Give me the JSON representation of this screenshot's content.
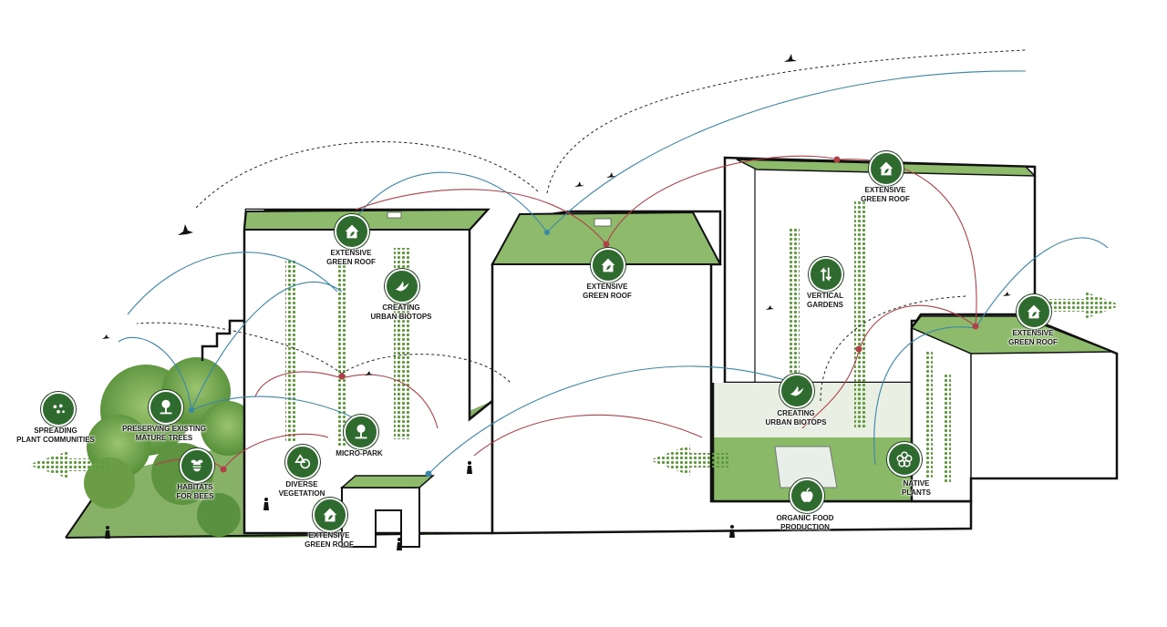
{
  "colors": {
    "badge": "#2f6b2f",
    "badge_ring": "#ffffff",
    "outline": "#111111",
    "vegetation": "#6fa24b",
    "vegetation_dark": "#3f7a2f",
    "arc_blue": "#3a86a8",
    "arc_red": "#b0404a",
    "arc_black": "#222222"
  },
  "labels": [
    {
      "key": "spreading",
      "icon": "dots-icon",
      "lines": [
        "SPREADING",
        "PLANT COMMUNITIES"
      ]
    },
    {
      "key": "preserving",
      "icon": "tree-bench-icon",
      "lines": [
        "PRESERVING EXISTING",
        "MATURE TREES"
      ]
    },
    {
      "key": "habitats",
      "icon": "bee-icon",
      "lines": [
        "HABITATS",
        "FOR BEES"
      ]
    },
    {
      "key": "diverse",
      "icon": "shapes-icon",
      "lines": [
        "DIVERSE",
        "VEGETATION"
      ]
    },
    {
      "key": "microPark",
      "icon": "tree-bench-icon",
      "lines": [
        "MICRO-PARK"
      ]
    },
    {
      "key": "roof1",
      "icon": "house-leaf-icon",
      "lines": [
        "EXTENSIVE",
        "GREEN ROOF"
      ]
    },
    {
      "key": "biotopes1",
      "icon": "bird-icon",
      "lines": [
        "CREATING",
        "URBAN BIOTOPS"
      ]
    },
    {
      "key": "roofLow",
      "icon": "house-leaf-icon",
      "lines": [
        "EXTENSIVE",
        "GREEN ROOF"
      ]
    },
    {
      "key": "roof2",
      "icon": "house-leaf-icon",
      "lines": [
        "EXTENSIVE",
        "GREEN ROOF"
      ]
    },
    {
      "key": "roof3",
      "icon": "house-leaf-icon",
      "lines": [
        "EXTENSIVE",
        "GREEN ROOF"
      ]
    },
    {
      "key": "vertical",
      "icon": "vertical-arrows-icon",
      "lines": [
        "VERTICAL",
        "GARDENS"
      ]
    },
    {
      "key": "biotopes2",
      "icon": "bird-icon",
      "lines": [
        "CREATING",
        "URBAN BIOTOPS"
      ]
    },
    {
      "key": "native",
      "icon": "flower-icon",
      "lines": [
        "NATIVE",
        "PLANTS"
      ]
    },
    {
      "key": "roof4",
      "icon": "house-leaf-icon",
      "lines": [
        "EXTENSIVE",
        "GREEN ROOF"
      ]
    },
    {
      "key": "organic",
      "icon": "apple-icon",
      "lines": [
        "ORGANIC FOOD",
        "PRODUCTION"
      ]
    }
  ]
}
